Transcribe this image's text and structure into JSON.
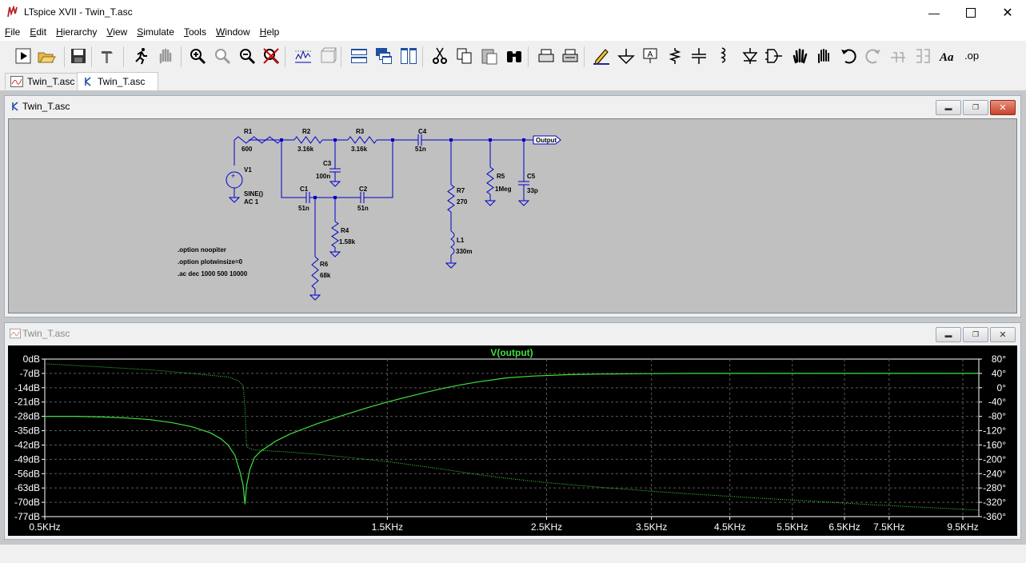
{
  "window": {
    "title": "LTspice XVII - Twin_T.asc"
  },
  "menu": [
    {
      "label": "File",
      "key": "F",
      "rest": "ile"
    },
    {
      "label": "Edit",
      "key": "E",
      "rest": "dit"
    },
    {
      "label": "Hierarchy",
      "key": "H",
      "rest": "ierarchy"
    },
    {
      "label": "View",
      "key": "V",
      "rest": "iew"
    },
    {
      "label": "Simulate",
      "key": "S",
      "rest": "imulate"
    },
    {
      "label": "Tools",
      "key": "T",
      "rest": "ools"
    },
    {
      "label": "Window",
      "key": "W",
      "rest": "indow"
    },
    {
      "label": "Help",
      "key": "H",
      "rest": "elp"
    }
  ],
  "tabs": [
    {
      "label": "Twin_T.asc",
      "icon": "waveform-icon",
      "active": false
    },
    {
      "label": "Twin_T.asc",
      "icon": "schematic-icon",
      "active": true
    }
  ],
  "schematic_window": {
    "title": "Twin_T.asc"
  },
  "plot_window": {
    "title": "Twin_T.asc"
  },
  "schematic": {
    "labels": {
      "R1": "R1",
      "R1v": "600",
      "R2": "R2",
      "R2v": "3.16k",
      "R3": "R3",
      "R3v": "3.16k",
      "C4": "C4",
      "C4v": "51n",
      "C3": "C3",
      "C3v": "100n",
      "C1": "C1",
      "C1v": "51n",
      "C2": "C2",
      "C2v": "51n",
      "R4": "R4",
      "R4v": "1.58k",
      "R6": "R6",
      "R6v": "68k",
      "V1": "V1",
      "V1a": "SINE()",
      "V1b": "AC 1",
      "R7": "R7",
      "R7v": "270",
      "L1": "L1",
      "L1v": "330m",
      "R5": "R5",
      "R5v": "1Meg",
      "C5": "C5",
      "C5v": "33p",
      "out": "Output"
    },
    "directives": [
      ".option noopiter",
      ".option plotwinsize=0",
      ".ac dec 1000 500 10000"
    ]
  },
  "chart_data": {
    "type": "line",
    "title": "V(output)",
    "x_scale": "log",
    "x_unit": "Hz",
    "xlim": [
      500,
      10000
    ],
    "x_ticks": [
      500,
      1500,
      2500,
      3500,
      4500,
      5500,
      6500,
      7500,
      9500
    ],
    "x_tick_labels": [
      "0.5KHz",
      "1.5KHz",
      "2.5KHz",
      "3.5KHz",
      "4.5KHz",
      "5.5KHz",
      "6.5KHz",
      "7.5KHz",
      "9.5KHz"
    ],
    "y_left": {
      "ticks": [
        0,
        -7,
        -14,
        -21,
        -28,
        -35,
        -42,
        -49,
        -56,
        -63,
        -70,
        -77
      ],
      "tick_labels": [
        "0dB",
        "-7dB",
        "-14dB",
        "-21dB",
        "-28dB",
        "-35dB",
        "-42dB",
        "-49dB",
        "-56dB",
        "-63dB",
        "-70dB",
        "-77dB"
      ],
      "ylim": [
        -77,
        0
      ]
    },
    "y_right": {
      "ticks": [
        80,
        40,
        0,
        -40,
        -80,
        -120,
        -160,
        -200,
        -240,
        -280,
        -320,
        -360
      ],
      "tick_labels": [
        "80°",
        "40°",
        "0°",
        "-40°",
        "-80°",
        "-120°",
        "-160°",
        "-200°",
        "-240°",
        "-280°",
        "-320°",
        "-360°"
      ],
      "ylim": [
        -360,
        80
      ]
    },
    "grid": true,
    "colors": {
      "trace": "#3fe03f",
      "grid": "#5a5a5a",
      "axis": "#ffffff",
      "background": "#000000"
    },
    "series": [
      {
        "axis": "left",
        "style": "solid",
        "x": [
          500,
          550,
          600,
          650,
          700,
          750,
          800,
          850,
          880,
          900,
          920,
          935,
          945,
          950,
          955,
          965,
          980,
          1000,
          1050,
          1100,
          1200,
          1300,
          1400,
          1500,
          1600,
          1700,
          1800,
          1900,
          2000,
          2200,
          2400,
          2700,
          3000,
          3500,
          4000,
          5000,
          6000,
          7000,
          8000,
          9000,
          10000
        ],
        "y": [
          -28,
          -28,
          -28.3,
          -28.8,
          -29.6,
          -31,
          -33,
          -36,
          -39,
          -42,
          -47,
          -55,
          -62,
          -71,
          -62,
          -54,
          -48,
          -45,
          -40,
          -36.5,
          -31.5,
          -27.5,
          -24,
          -21,
          -18.5,
          -16.2,
          -14.2,
          -12.6,
          -11.2,
          -9.2,
          -8.3,
          -7.6,
          -7.3,
          -7.1,
          -7.0,
          -7.0,
          -7.0,
          -7.0,
          -7.0,
          -7.0,
          -7.0
        ]
      },
      {
        "axis": "right",
        "style": "dotted",
        "x": [
          500,
          600,
          700,
          800,
          900,
          930,
          945,
          950,
          955,
          970,
          1000,
          1100,
          1200,
          1300,
          1400,
          1500,
          1600,
          1800,
          2000,
          2200,
          2500,
          3000,
          3500,
          4000,
          5000,
          6000,
          7000,
          8000,
          9000,
          10000
        ],
        "y": [
          67,
          58,
          50,
          40,
          30,
          20,
          5,
          -55,
          -165,
          -172,
          -175,
          -180,
          -186,
          -193,
          -200,
          -206,
          -214,
          -228,
          -242,
          -253,
          -265,
          -279,
          -289,
          -297,
          -309,
          -318,
          -326,
          -332,
          -337,
          -342
        ]
      }
    ]
  }
}
